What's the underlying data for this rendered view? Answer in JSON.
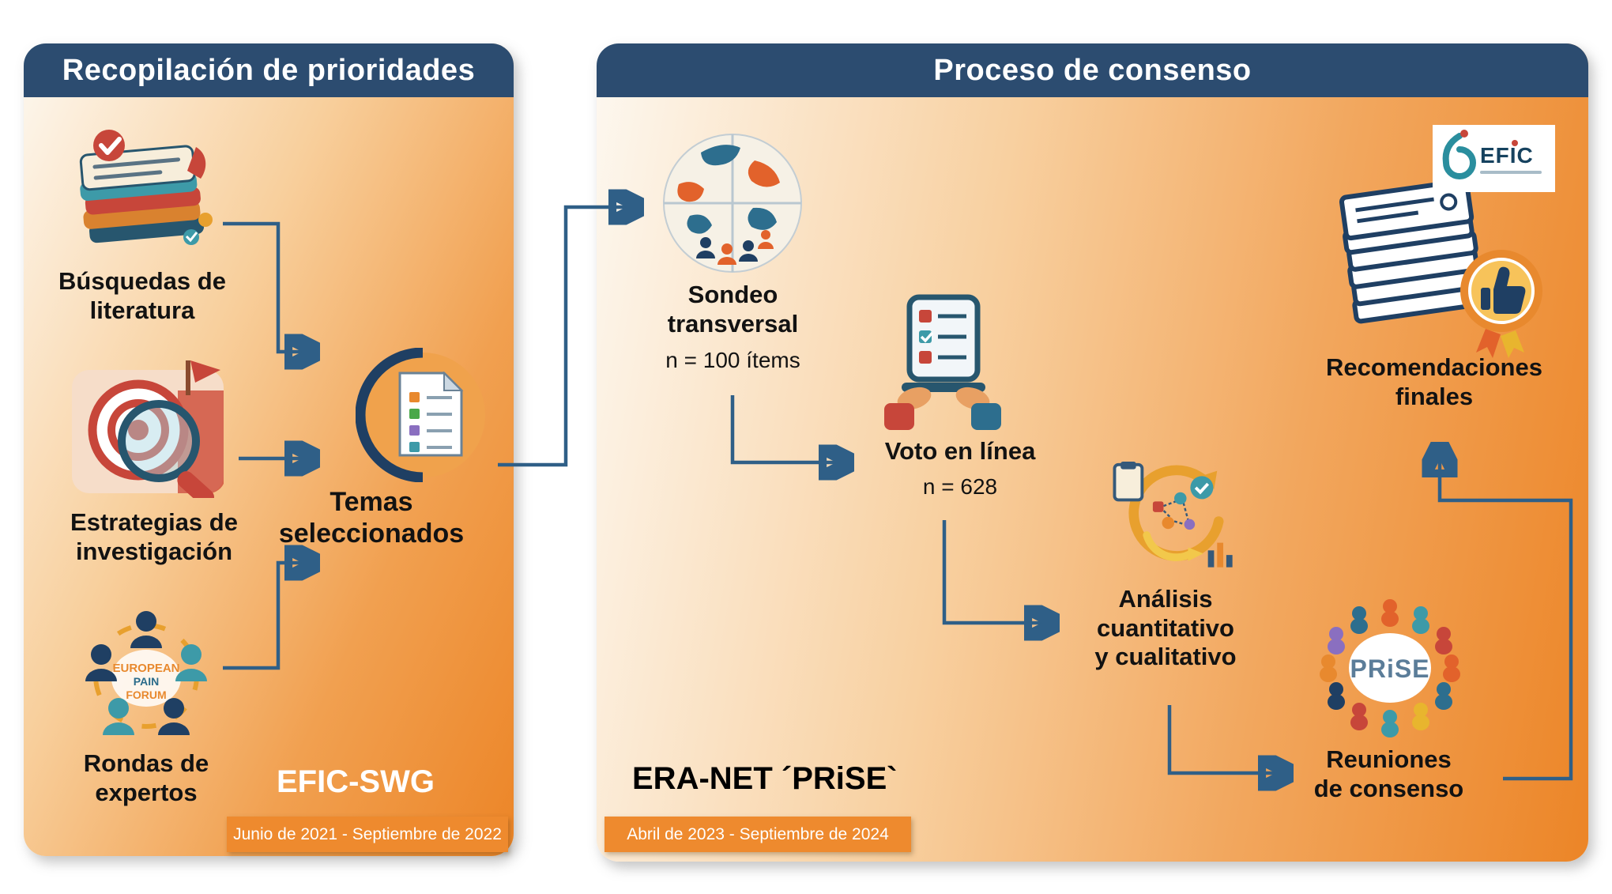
{
  "left_panel": {
    "title": "Recopilación de prioridades",
    "sources": [
      {
        "label": "Búsquedas de\nliteratura"
      },
      {
        "label": "Estrategias de\ninvestigación"
      },
      {
        "label": "Rondas de\nexpertos"
      }
    ],
    "output_label": "Temas\nseleccionados",
    "org": "EFIC-SWG",
    "date_badge": "Junio de 2021 - Septiembre de 2022",
    "forum_logo": {
      "line1": "EUROPEAN",
      "line2": "PAIN",
      "line3": "FORUM"
    }
  },
  "right_panel": {
    "title": "Proceso de consenso",
    "survey": {
      "label": "Sondeo\ntransversal",
      "sub": "n = 100 ítems"
    },
    "vote": {
      "label": "Voto en línea",
      "sub": "n = 628"
    },
    "analysis": {
      "label": "Análisis\ncuantitativo\ny cualitativo"
    },
    "meetings": {
      "label": "Reuniones\nde consenso"
    },
    "recommendations": {
      "label": "Recomendaciones\nfinales"
    },
    "org": "ERA-NET ´PRiSE`",
    "date_badge": "Abril de 2023 - Septiembre de 2024",
    "efic_logo": "EFIC",
    "prise_logo": "PRiSE"
  },
  "colors": {
    "header_bg": "#2c4c70",
    "panel_orange": "#ec8527",
    "arrow": "#2f5f87",
    "badge_bg": "#ee8a2e"
  }
}
